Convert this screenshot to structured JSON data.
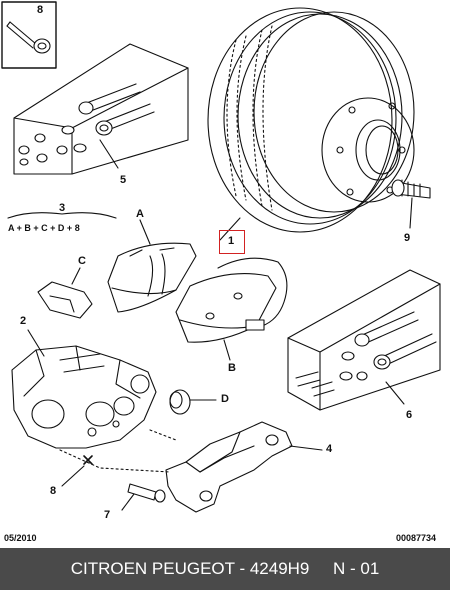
{
  "labels": {
    "part1": "1",
    "part2": "2",
    "part3": "3",
    "part4": "4",
    "part5": "5",
    "part6": "6",
    "part7": "7",
    "part8_top": "8",
    "part8_bottom": "8",
    "part9": "9",
    "partA": "A",
    "partB": "B",
    "partC": "C",
    "partD": "D"
  },
  "formula": "A + B + C + D + 8",
  "footer": {
    "date": "05/2010",
    "code": "00087734",
    "caption": "CITROEN PEUGEOT - 4249H9     N - 01"
  },
  "colors": {
    "highlight": "#d22222",
    "footer_bg": "#4a4a4a"
  }
}
